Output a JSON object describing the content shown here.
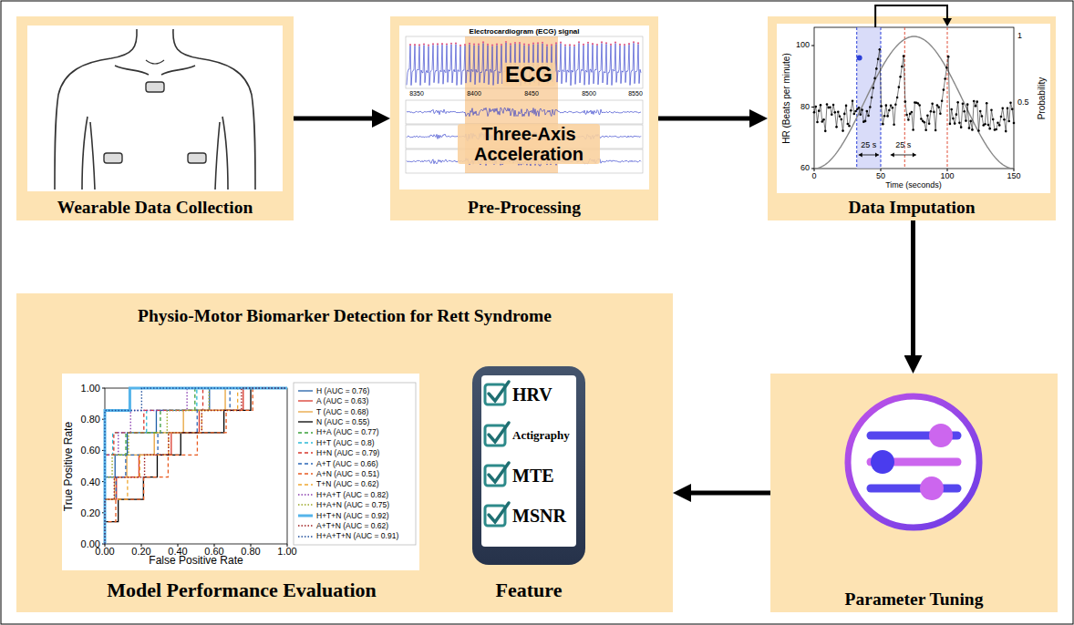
{
  "diagram": {
    "nodes": [
      {
        "text": [
          "Wearable Data Collection"
        ]
      },
      {
        "text": [
          "Pre-Processing"
        ]
      },
      {
        "text": [
          "Data Imputation"
        ]
      },
      {
        "text": [
          "Parameter Tuning"
        ]
      },
      {
        "text": [
          "Physio-Motor Biomarker Detection for Rett Syndrome"
        ]
      },
      {
        "text": [
          "HRV",
          "Actigraphy",
          "MTE",
          "MSNR",
          "Feature"
        ],
        "in": 4
      }
    ],
    "edges": [
      {
        "from": 0,
        "to": 1,
        "arrow": "to"
      },
      {
        "from": 1,
        "to": 2,
        "arrow": "to"
      },
      {
        "from": 2,
        "to": 3,
        "arrow": "to"
      },
      {
        "from": 3,
        "to": 4,
        "arrow": "to"
      }
    ],
    "labels": [
      "Electrocardiogram (ECG) signal",
      "ECG",
      "8350",
      "8400",
      "8450",
      "8500",
      "8550",
      "Three-Axis Acceleration",
      "HR (Beats per minute)",
      "Time (seconds)",
      "60",
      "80",
      "100",
      "0",
      "50",
      "100",
      "150",
      "1",
      "0.5",
      "Probability",
      "25 s",
      "25 s",
      "True Positive Rate",
      "False Positive Rate",
      "1.00",
      "0.80",
      "0.60",
      "0.40",
      "0.20",
      "0.00",
      "0.00",
      "0.20",
      "0.40",
      "0.60",
      "0.80",
      "1.00",
      "Model Performance Evaluation"
    ],
    "legend": [
      {
        "text": "H (AUC = 0.76)"
      },
      {
        "text": "A (AUC = 0.63)"
      },
      {
        "text": "T (AUC = 0.68)"
      },
      {
        "text": "N (AUC = 0.55)"
      },
      {
        "text": "H+A (AUC = 0.77)"
      },
      {
        "text": "H+T (AUC = 0.8)"
      },
      {
        "text": "H+N (AUC = 0.79)"
      },
      {
        "text": "A+T (AUC = 0.66)"
      },
      {
        "text": "A+N (AUC = 0.51)"
      },
      {
        "text": "T+N (AUC = 0.62)"
      },
      {
        "text": "H+A+T (AUC = 0.82)"
      },
      {
        "text": "H+A+N (AUC = 0.75)"
      },
      {
        "text": "H+T+N (AUC = 0.92)"
      },
      {
        "text": "A+T+N (AUC = 0.62)"
      },
      {
        "text": "H+A+T+N (AUC = 0.91)"
      }
    ]
  }
}
